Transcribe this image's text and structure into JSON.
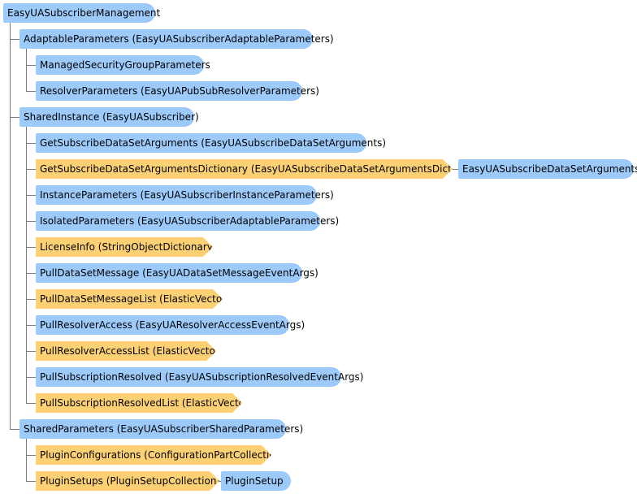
{
  "nodes": [
    {
      "id": "n0",
      "label": "EasyUASubscriberManagement",
      "style": "blue"
    },
    {
      "id": "n1",
      "label": "AdaptableParameters (EasyUASubscriberAdaptableParameters)",
      "style": "blue"
    },
    {
      "id": "n2",
      "label": "ManagedSecurityGroupParameters",
      "style": "blue"
    },
    {
      "id": "n3",
      "label": "ResolverParameters (EasyUAPubSubResolverParameters)",
      "style": "blue"
    },
    {
      "id": "n4",
      "label": "SharedInstance (EasyUASubscriber)",
      "style": "blue"
    },
    {
      "id": "n5",
      "label": "GetSubscribeDataSetArguments (EasyUASubscribeDataSetArguments)",
      "style": "blue"
    },
    {
      "id": "n6",
      "label": "GetSubscribeDataSetArgumentsDictionary (EasyUASubscribeDataSetArgumentsDictionary)",
      "style": "orange"
    },
    {
      "id": "n7",
      "label": "EasyUASubscribeDataSetArguments",
      "style": "blue"
    },
    {
      "id": "n8",
      "label": "InstanceParameters (EasyUASubscriberInstanceParameters)",
      "style": "blue"
    },
    {
      "id": "n9",
      "label": "IsolatedParameters (EasyUASubscriberAdaptableParameters)",
      "style": "blue"
    },
    {
      "id": "n10",
      "label": "LicenseInfo (StringObjectDictionary)",
      "style": "orange"
    },
    {
      "id": "n11",
      "label": "PullDataSetMessage (EasyUADataSetMessageEventArgs)",
      "style": "blue"
    },
    {
      "id": "n12",
      "label": "PullDataSetMessageList (ElasticVector)",
      "style": "orange"
    },
    {
      "id": "n13",
      "label": "PullResolverAccess (EasyUAResolverAccessEventArgs)",
      "style": "blue"
    },
    {
      "id": "n14",
      "label": "PullResolverAccessList (ElasticVector)",
      "style": "orange"
    },
    {
      "id": "n15",
      "label": "PullSubscriptionResolved (EasyUASubscriptionResolvedEventArgs)",
      "style": "blue"
    },
    {
      "id": "n16",
      "label": "PullSubscriptionResolvedList (ElasticVector)",
      "style": "orange"
    },
    {
      "id": "n17",
      "label": "SharedParameters (EasyUASubscriberSharedParameters)",
      "style": "blue"
    },
    {
      "id": "n18",
      "label": "PluginConfigurations (ConfigurationPartCollection)",
      "style": "orange"
    },
    {
      "id": "n19",
      "label": "PluginSetups (PluginSetupCollection)",
      "style": "orange"
    },
    {
      "id": "n20",
      "label": "PluginSetup",
      "style": "blue"
    }
  ],
  "edges": [
    [
      "n0",
      "n1"
    ],
    [
      "n1",
      "n2"
    ],
    [
      "n1",
      "n3"
    ],
    [
      "n0",
      "n4"
    ],
    [
      "n4",
      "n5"
    ],
    [
      "n4",
      "n6"
    ],
    [
      "n6",
      "n7"
    ],
    [
      "n4",
      "n8"
    ],
    [
      "n4",
      "n9"
    ],
    [
      "n4",
      "n10"
    ],
    [
      "n4",
      "n11"
    ],
    [
      "n4",
      "n12"
    ],
    [
      "n4",
      "n13"
    ],
    [
      "n4",
      "n14"
    ],
    [
      "n4",
      "n15"
    ],
    [
      "n4",
      "n16"
    ],
    [
      "n0",
      "n17"
    ],
    [
      "n17",
      "n18"
    ],
    [
      "n17",
      "n19"
    ],
    [
      "n19",
      "n20"
    ]
  ]
}
